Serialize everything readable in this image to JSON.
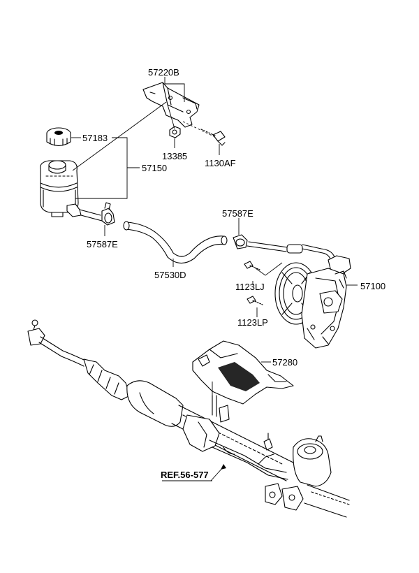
{
  "labels": {
    "bracket": "57220B",
    "cap": "57183",
    "reservoir": "57150",
    "nut": "13385",
    "bolt_bracket": "1130AF",
    "clamp_left": "57587E",
    "clamp_right": "57587E",
    "hose": "57530D",
    "bolt_pump_upper": "1123LJ",
    "bolt_pump_lower": "1123LP",
    "pump": "57100",
    "heat_shield": "57280",
    "reference": "REF.56-577"
  },
  "icons": {
    "arrow": "arrow-icon"
  }
}
